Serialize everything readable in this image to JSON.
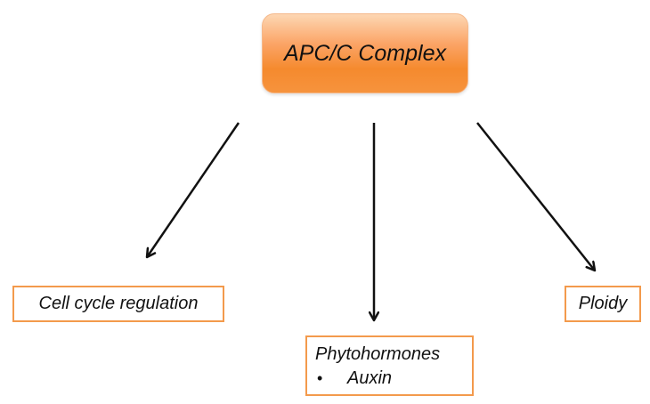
{
  "root": {
    "label": "APC/C Complex",
    "gradient_colors": [
      "#fdd7b3",
      "#fba466",
      "#f58a2e"
    ]
  },
  "children": [
    {
      "label": "Cell cycle regulation"
    },
    {
      "label": "Phytohormones",
      "bullets": [
        "Auxin"
      ]
    },
    {
      "label": "Ploidy"
    }
  ],
  "colors": {
    "node_border": "#f39a4c",
    "arrow": "#111111",
    "text": "#111111"
  }
}
